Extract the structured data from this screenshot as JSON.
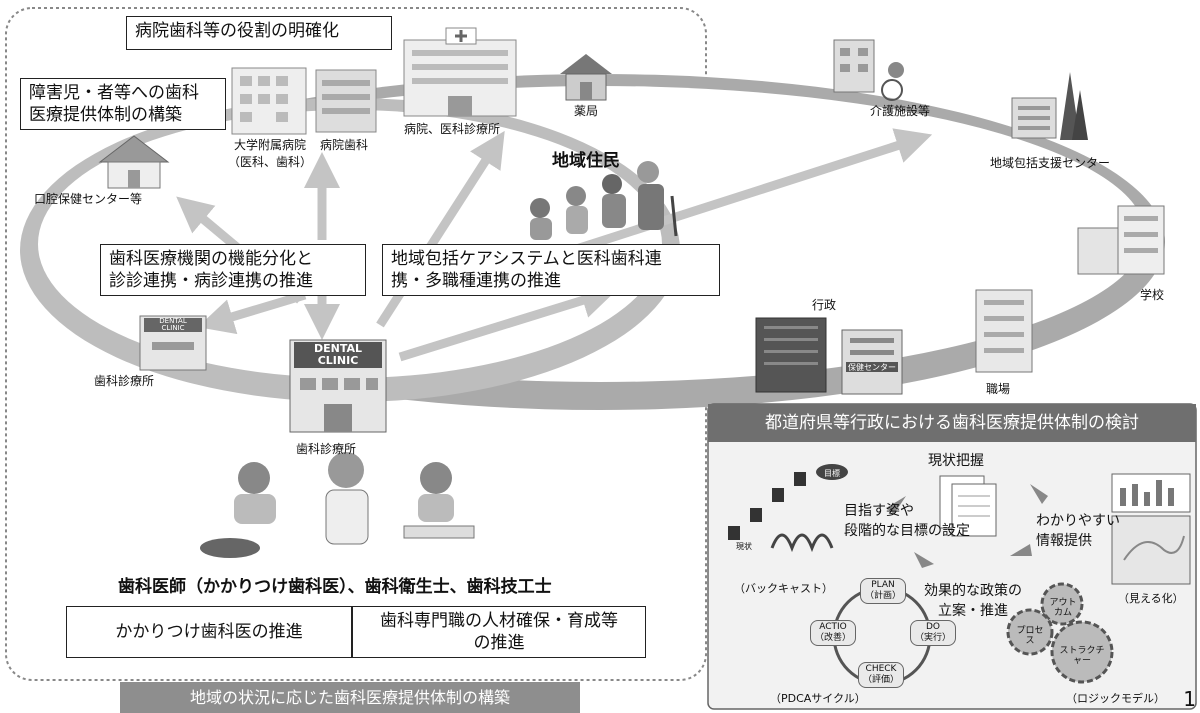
{
  "boxes": {
    "role_clarify": "病院歯科等の役割の明確化",
    "disability_l1": "障害児・者等への歯科",
    "disability_l2": "医療提供体制の構築",
    "function_l1": "歯科医療機関の機能分化と",
    "function_l2": "診診連携・病診連携の推進",
    "community_l1": "地域包括ケアシステムと医科歯科連",
    "community_l2": "携・多職種連携の推進",
    "kakaritsuke": "かかりつけ歯科医の推進",
    "personnel_l1": "歯科専門職の人材確保・育成等",
    "personnel_l2": "の推進"
  },
  "places": {
    "univ_l1": "大学附属病院",
    "univ_l2": "（医科、歯科）",
    "hosp_dental": "病院歯科",
    "hospital": "病院、医科診療所",
    "pharmacy": "薬局",
    "oral_center": "口腔保健センター等",
    "care_facility": "介護施設等",
    "support_center": "地域包括支援センター",
    "school": "学校",
    "government": "行政",
    "workplace": "職場",
    "dental_clinic_small": "歯科診療所",
    "dental_clinic_main": "歯科診療所"
  },
  "signs": {
    "dental_l1": "DENTAL",
    "dental_l2": "CLINIC",
    "health_center": "保健センター"
  },
  "residents": "地域住民",
  "professionals": "歯科医師（かかりつけ歯科医）、歯科衛生士、歯科技工士",
  "footer": "地域の状況に応じた歯科医療提供体制の構築",
  "panel": {
    "title": "都道府県等行政における歯科医療提供体制の検討",
    "status": "現状把握",
    "goal_l1": "目指す姿や",
    "goal_l2": "段階的な目標の設定",
    "info_l1": "わかりやすい",
    "info_l2": "情報提供",
    "policy_l1": "効果的な政策の",
    "policy_l2": "立案・推進",
    "backcast": "（バックキャスト）",
    "visualize": "（見える化）",
    "pdca_cycle": "（PDCAサイクル）",
    "logic_model": "（ロジックモデル）",
    "mokuhyo": "目標",
    "genjo": "現状",
    "plan": "PLAN",
    "plan_jp": "（計画）",
    "do": "DO",
    "do_jp": "（実行）",
    "check": "CHECK",
    "check_jp": "（評価）",
    "action": "ACTIO",
    "action_jp": "（改善）",
    "outcome": "アウトカム",
    "process": "プロセス",
    "structure": "ストラクチャー"
  },
  "page_number": "1",
  "colors": {
    "ring": "#a9a9a9",
    "arrow": "#c4c4c4",
    "panel_bg": "#f2f2f2",
    "title_bar": "#6f6f6f",
    "footer_bar": "#8e8e8e"
  }
}
